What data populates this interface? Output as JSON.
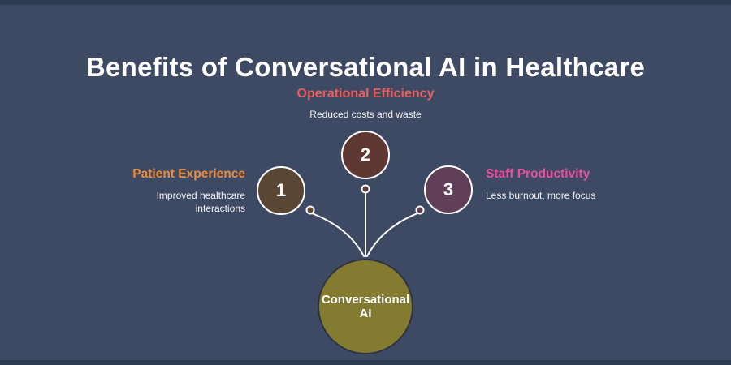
{
  "title": "Benefits of Conversational AI in Healthcare",
  "center": {
    "label": "Conversational AI",
    "color": "#837b30"
  },
  "benefits": [
    {
      "number": "1",
      "label": "Patient Experience",
      "description": "Improved healthcare interactions",
      "accent_color": "#e98b3d",
      "circle_color": "#5a4733",
      "position": "left"
    },
    {
      "number": "2",
      "label": "Operational Efficiency",
      "description": "Reduced costs and waste",
      "accent_color": "#e85d5d",
      "circle_color": "#5f3733",
      "position": "top"
    },
    {
      "number": "3",
      "label": "Staff Productivity",
      "description": "Less burnout, more focus",
      "accent_color": "#e84f9e",
      "circle_color": "#613f58",
      "position": "right"
    }
  ],
  "colors": {
    "background": "#3e4a63",
    "edge_bars": "#2e3a52",
    "title_text": "#ffffff",
    "connector": "#ffffff",
    "center_border": "#2e3344",
    "description_text": "#f2f2f2"
  }
}
